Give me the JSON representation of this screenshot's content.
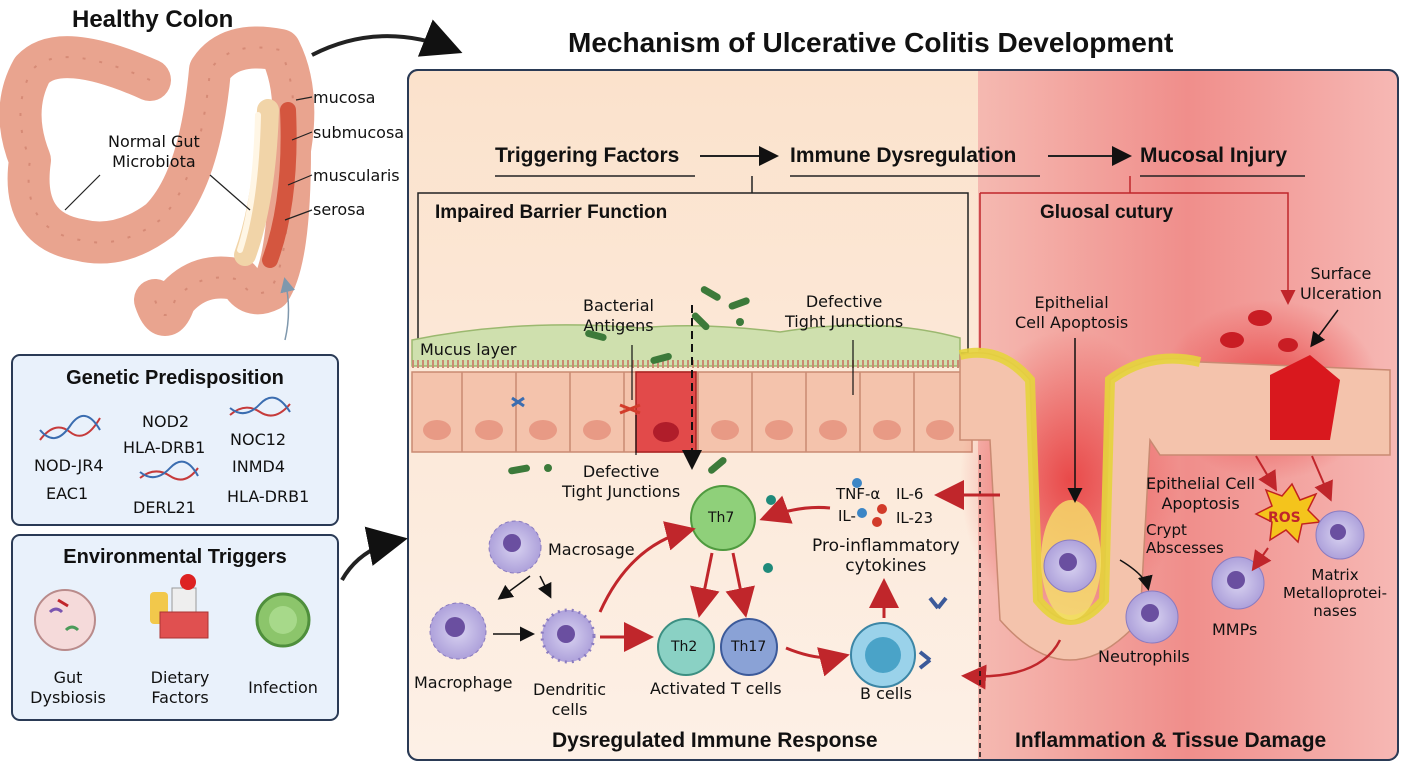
{
  "title": "Mechanism of Ulcerative Colitis Development",
  "colon": {
    "title": "Healthy Colon",
    "microbiota": "Normal Gut\nMicrobiota",
    "layers": [
      "mucosa",
      "submucosa",
      "muscularis",
      "serosa"
    ]
  },
  "genetic": {
    "title": "Genetic Predisposition",
    "genes": [
      "NOD-JR4",
      "EAC1",
      "NOD2",
      "HLA-DRB1",
      "DERL21",
      "NOC12",
      "INMD4",
      "HLA-DRB1"
    ]
  },
  "environmental": {
    "title": "Environmental Triggers",
    "items": [
      "Gut\nDysbiosis",
      "Dietary\nFactors",
      "Infection"
    ]
  },
  "flow": {
    "step1": "Triggering Factors",
    "step2": "Immune Dysregulation",
    "step3": "Mucosal Injury"
  },
  "barrier": {
    "title": "Impaired Barrier Function",
    "mucus": "Mucus layer",
    "antigens": "Bacterial\nAntigens",
    "tj_top": "Defective\nTight Junctions",
    "tj_bottom": "Defective\nTight Junctions"
  },
  "immune": {
    "macrosage": "Macrosage",
    "macrophage": "Macrophage",
    "dendritic": "Dendritic\ncells",
    "th7": "Th7",
    "th2": "Th2",
    "th17": "Th17",
    "activated": "Activated T cells",
    "bcells": "B cells",
    "cyt_tnf": "TNF-α",
    "cyt_il6": "IL-6",
    "cyt_il": "IL-",
    "cyt_il23": "IL-23",
    "cytokines": "Pro-inflammatory\ncytokines",
    "section": "Dysregulated Immune Response"
  },
  "injury": {
    "title": "Gluosal cutury",
    "ulceration": "Surface\nUlceration",
    "apoptosis_top": "Epithelial\nCell Apoptosis",
    "apoptosis": "Epithelial Cell\nApoptosis",
    "crypt": "Crypt\nAbscesses",
    "ros": "ROS",
    "mmps_long": "Matrix\nMetalloprotei-\nnases",
    "mmps": "MMPs",
    "neutrophils": "Neutrophils",
    "section": "Inflammation & Tissue Damage"
  },
  "colors": {
    "frame": "#2a3a55",
    "panel_bg": "#e9f1fb",
    "arrow_red": "#c0262b",
    "colon": "#e9a48f",
    "cell": "#f4c3ac",
    "mucus": "#cfe0ae"
  }
}
